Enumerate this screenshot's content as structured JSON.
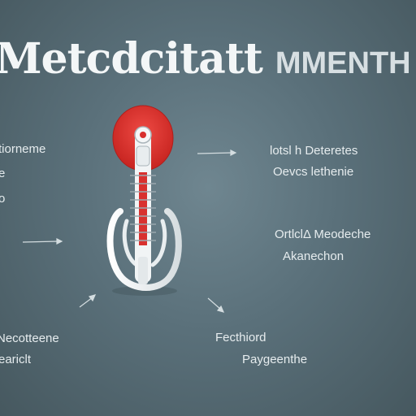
{
  "header": {
    "title": "Metcdcitatt",
    "subtitle": "MMENTH"
  },
  "labels": {
    "left": [
      "tiorneme",
      "e",
      "o"
    ],
    "right_top": [
      "lotsl h Deteretes",
      "Oevcs lethenie"
    ],
    "right_mid": [
      "OrtlclΔ Meodeche",
      "Akanechon"
    ],
    "bottom_left": [
      "Necotteene",
      "eariclt"
    ],
    "bottom_mid": [
      "Fecthiord",
      "Paygeenthe"
    ]
  },
  "colors": {
    "accent": "#d8312f",
    "background": "#5a707a",
    "text": "#e9eef0"
  },
  "icons": {
    "central": "spine-torso-icon"
  }
}
